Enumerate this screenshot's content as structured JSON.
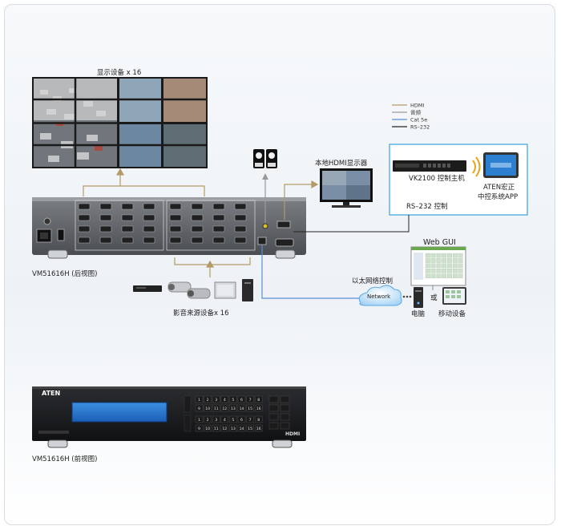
{
  "labels": {
    "display_wall": "显示设备 x 16",
    "local_display": "本地HDMI显示器",
    "rear_view": "VM51616H (后视图)",
    "front_view": "VM51616H (前视图)",
    "sources": "影音来源设备x 16",
    "controller": "VK2100 控制主机",
    "app_line1": "ATEN宏正",
    "app_line2": "中控系统APP",
    "rs232_control": "RS–232 控制",
    "web_gui": "Web GUI",
    "ethernet_control": "以太网络控制",
    "network": "Network",
    "or": "或",
    "computer": "电脑",
    "mobile": "移动设备",
    "brand": "ATEN",
    "hdmi_logo": "HDMI"
  },
  "legend": [
    {
      "label": "HDMI",
      "color": "#b39a67"
    },
    {
      "label": "音频",
      "color": "#9a9a9a"
    },
    {
      "label": "Cat 5e",
      "color": "#5b8fd6"
    },
    {
      "label": "RS–232",
      "color": "#222222"
    }
  ],
  "front_panel": {
    "row1": [
      "1",
      "2",
      "3",
      "4",
      "5",
      "6",
      "7",
      "8"
    ],
    "row2": [
      "9",
      "10",
      "11",
      "12",
      "13",
      "14",
      "15",
      "16"
    ],
    "row3": [
      "1",
      "2",
      "3",
      "4",
      "5",
      "6",
      "7",
      "8"
    ],
    "row4": [
      "9",
      "10",
      "11",
      "12",
      "13",
      "14",
      "15",
      "16"
    ]
  },
  "colors": {
    "hdmi": "#b39a67",
    "audio": "#9a9a9a",
    "cat5e": "#5b8fd6",
    "rs232": "#222222",
    "controller_box": "#3aa0e0"
  }
}
